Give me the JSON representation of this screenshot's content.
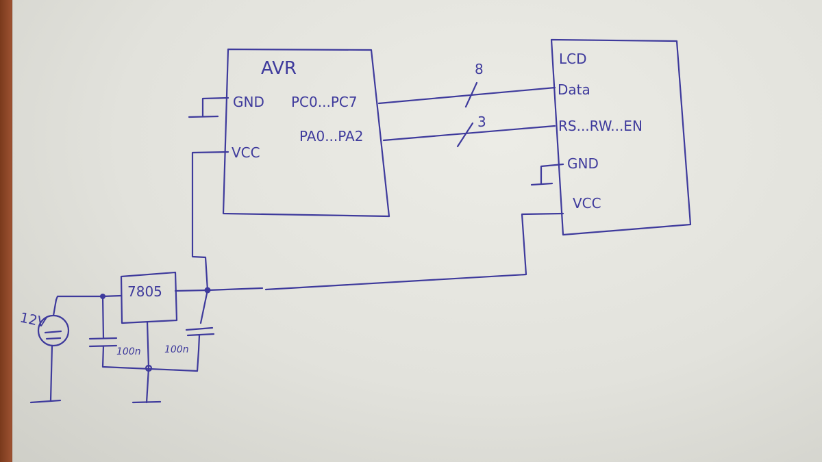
{
  "colors": {
    "ink": "#3e3a9c",
    "paper": "#e6e6e0",
    "table": "#8a4a2a"
  },
  "avr": {
    "name": "AVR",
    "pin_gnd": "GND",
    "pin_vcc": "VCC",
    "port_c": "PC0...PC7",
    "port_a": "PA0...PA2"
  },
  "lcd": {
    "name": "LCD",
    "pin_data": "Data",
    "pin_ctrl": "RS...RW...EN",
    "pin_gnd": "GND",
    "pin_vcc": "VCC"
  },
  "buses": {
    "data_width": "8",
    "ctrl_width": "3"
  },
  "power": {
    "source": "12V",
    "regulator": "7805",
    "cap_in": "100n",
    "cap_out": "100n"
  }
}
